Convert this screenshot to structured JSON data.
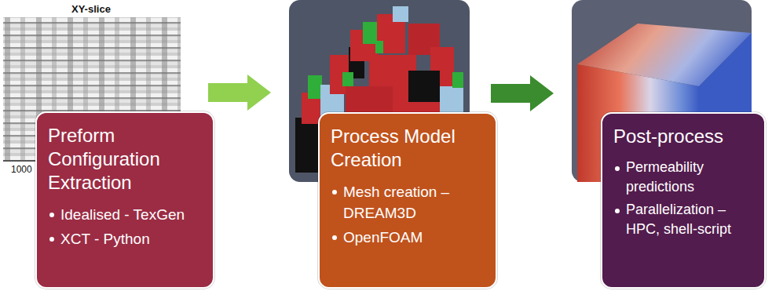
{
  "diagram": {
    "nodes": [
      {
        "text": [
          "Preform Configuration Extraction",
          "Idealised - TexGen",
          "XCT - Python"
        ]
      },
      {
        "text": [
          "Process Model Creation",
          "Mesh creation – DREAM3D",
          "OpenFOAM"
        ]
      },
      {
        "text": [
          "Post-process",
          "Permeability predictions",
          "Parallelization – HPC, shell-script"
        ]
      }
    ],
    "edges": [
      {
        "from": 0,
        "to": 1,
        "arrow": "to"
      },
      {
        "from": 1,
        "to": 2,
        "arrow": "to"
      }
    ],
    "labels": [
      "XY-slice",
      "1000"
    ]
  }
}
